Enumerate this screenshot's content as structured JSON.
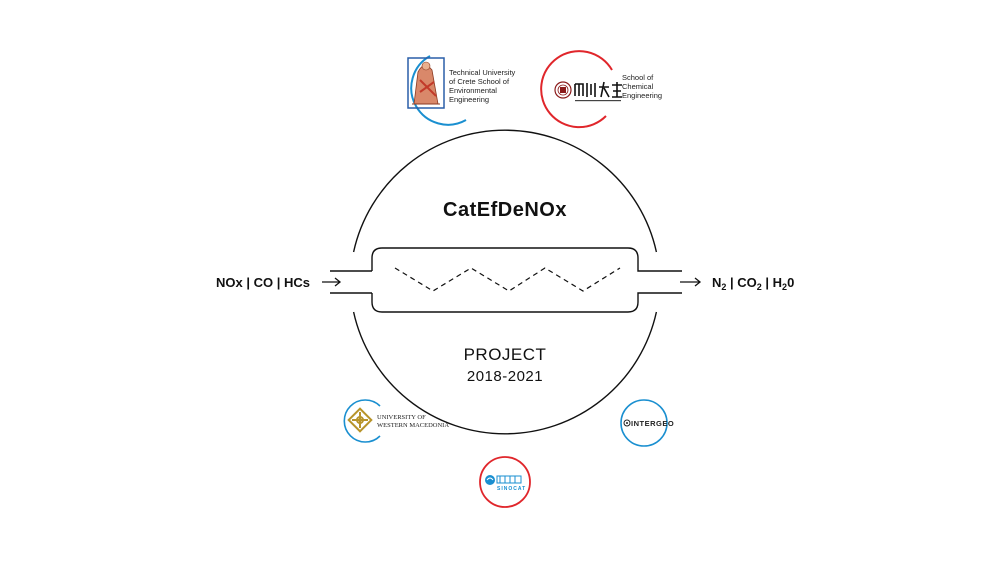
{
  "project": {
    "name": "CatEfDeNOx",
    "label": "PROJECT",
    "years": "2018-2021"
  },
  "inputs": {
    "text": "NOx | CO | HCs"
  },
  "outputs": {
    "n": "N",
    "n_sub": "2",
    "sep1": " | CO",
    "co_sub": "2",
    "sep2": " | H",
    "h_sub": "2",
    "tail": "0"
  },
  "partners": {
    "tuc": {
      "line1": "Technical University",
      "line2": "of Crete School of",
      "line3": "Environmental",
      "line4": "Engineering",
      "ring_color": "#1a8fd0"
    },
    "sichuan": {
      "line1": "School of",
      "line2": "Chemical",
      "line3": "Engineering",
      "ring_color": "#e0262b"
    },
    "uowm": {
      "line1": "UNIVERSITY OF",
      "line2": "WESTERN MACEDONIA",
      "ring_color": "#1a8fd0"
    },
    "intergeo": {
      "name": "INTERGEO",
      "ring_color": "#1a8fd0"
    },
    "sinocat": {
      "name": "SINOCAT",
      "ring_color": "#e0262b"
    }
  },
  "colors": {
    "line": "#111111",
    "blue": "#1a8fd0",
    "red": "#e0262b",
    "gold": "#b8942a"
  }
}
